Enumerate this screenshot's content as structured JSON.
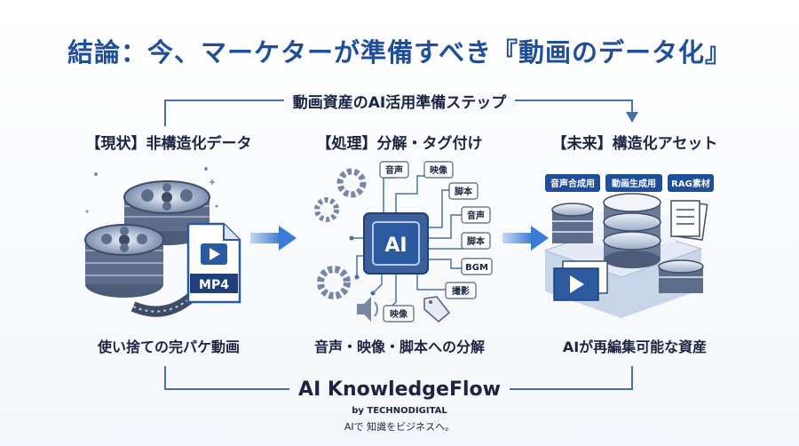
{
  "title": "結論：今、マーケターが準備すべき『動画のデータ化』",
  "subtitle": "動画資産のAI活用準備ステップ",
  "columns": [
    {
      "label": "【現状】非構造化データ",
      "caption": "使い捨ての完パケ動画",
      "file_badge": "MP4"
    },
    {
      "label": "【処理】分解・タグ付け",
      "caption": "音声・映像・脚本への分解",
      "chip": "AI",
      "tags": [
        "音声",
        "映像",
        "脚本",
        "音声",
        "脚本",
        "BGM",
        "撮影",
        "映像"
      ]
    },
    {
      "label": "【未来】構造化アセット",
      "caption": "AIが再編集可能な資産",
      "asset_tabs": [
        "音声合成用",
        "動画生成用",
        "RAG素材"
      ]
    }
  ],
  "brand": {
    "name": "AI KnowledgeFlow",
    "by": "by TECHNODIGITAL",
    "tagline": "AIで 知識をビジネスへ。"
  },
  "colors": {
    "primary": "#1f4e9a",
    "accent": "#3a7bd5",
    "ink": "#1b2440",
    "line": "#4a6fa8"
  }
}
